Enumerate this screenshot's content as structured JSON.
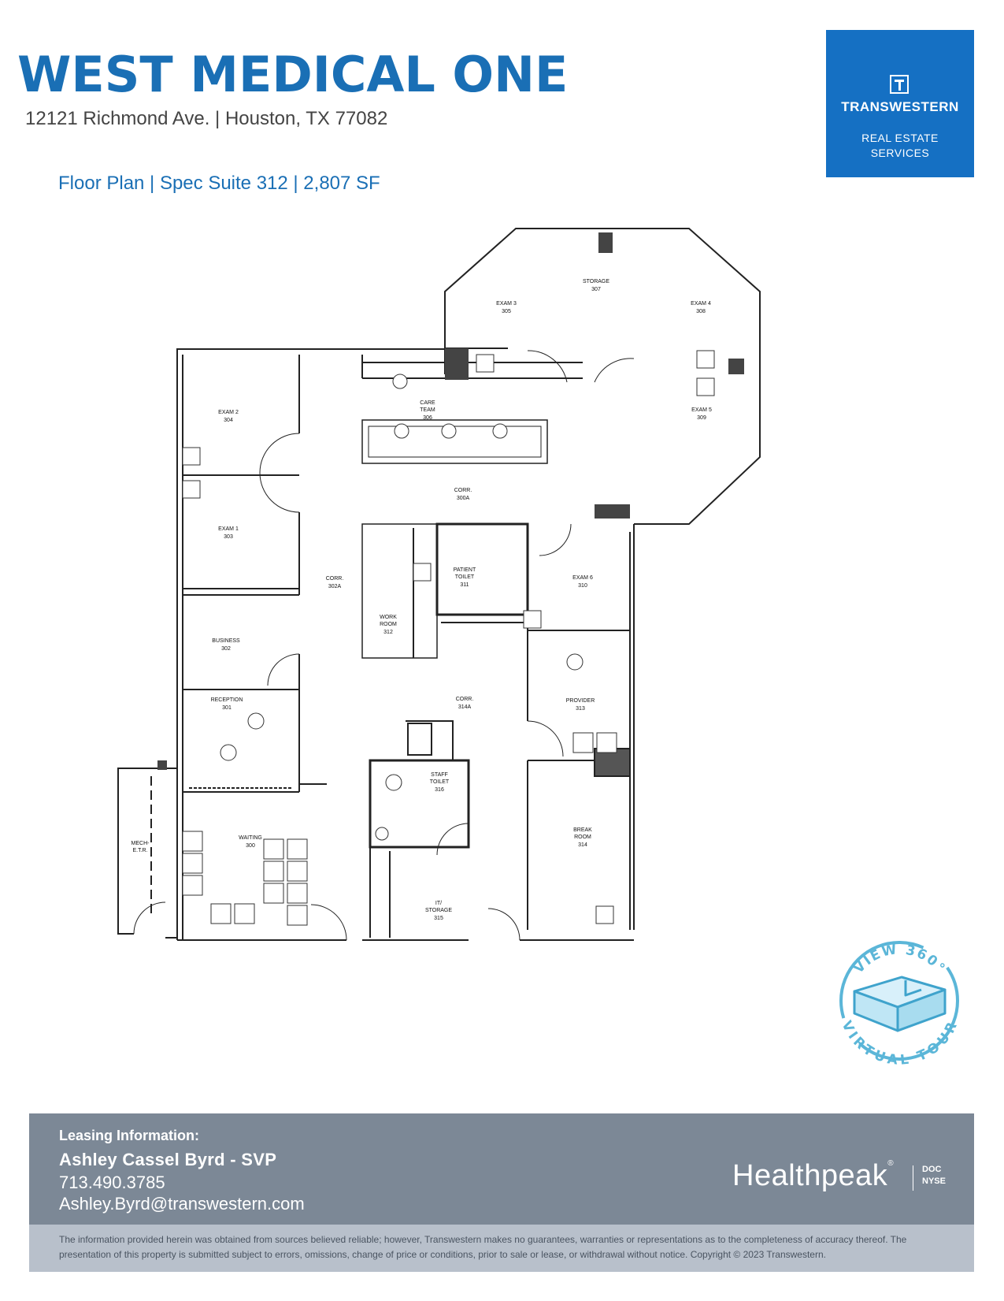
{
  "header": {
    "title": "WEST MEDICAL ONE",
    "address": "12121 Richmond Ave. | Houston, TX 77082",
    "subtitle": "Floor Plan | Spec Suite 312 | 2,807 SF"
  },
  "brand": {
    "name": "TRANSWESTERN",
    "line1": "REAL ESTATE",
    "line2": "SERVICES",
    "color": "#1570c3"
  },
  "floor_plan": {
    "rooms": [
      {
        "name": "EXAM 3",
        "number": "305"
      },
      {
        "name": "STORAGE",
        "number": "307"
      },
      {
        "name": "EXAM 4",
        "number": "308"
      },
      {
        "name": "EXAM 5",
        "number": "309"
      },
      {
        "name": "EXAM 2",
        "number": "304"
      },
      {
        "name": "CARE",
        "name2": "TEAM",
        "number": "306"
      },
      {
        "name": "CORR.",
        "number": "300A"
      },
      {
        "name": "EXAM 1",
        "number": "303"
      },
      {
        "name": "PATIENT",
        "name2": "TOILET",
        "number": "311"
      },
      {
        "name": "EXAM 6",
        "number": "310"
      },
      {
        "name": "CORR.",
        "number": "302A"
      },
      {
        "name": "WORK",
        "name2": "ROOM",
        "number": "312"
      },
      {
        "name": "BUSINESS",
        "number": "302"
      },
      {
        "name": "PROVIDER",
        "number": "313"
      },
      {
        "name": "CORR.",
        "number": "314A"
      },
      {
        "name": "RECEPTION",
        "number": "301"
      },
      {
        "name": "STAFF",
        "name2": "TOILET",
        "number": "316"
      },
      {
        "name": "BREAK",
        "name2": "ROOM",
        "number": "314"
      },
      {
        "name": "MECH-",
        "name2": "E.T.R.",
        "number": ""
      },
      {
        "name": "WAITING",
        "number": "300"
      },
      {
        "name": "IT/",
        "name2": "STORAGE",
        "number": "315"
      }
    ]
  },
  "virtual_tour": {
    "top": "VIEW 360°",
    "bottom": "VIRTUAL TOUR",
    "color": "#5bb6d8"
  },
  "leasing": {
    "label": "Leasing Information:",
    "name": "Ashley Cassel Byrd - SVP",
    "phone": "713.490.3785",
    "email": "Ashley.Byrd@transwestern.com"
  },
  "partner": {
    "name": "Healthpeak",
    "reg": "®",
    "ticker1": "DOC",
    "ticker2": "NYSE"
  },
  "disclaimer": "The information provided herein was obtained from sources believed reliable; however, Transwestern makes no guarantees, warranties or representations as to the completeness of accuracy thereof. The presentation of this property is submitted subject to errors, omissions, change of price or conditions, prior to sale or lease, or withdrawal without notice. Copyright © 2023 Transwestern."
}
